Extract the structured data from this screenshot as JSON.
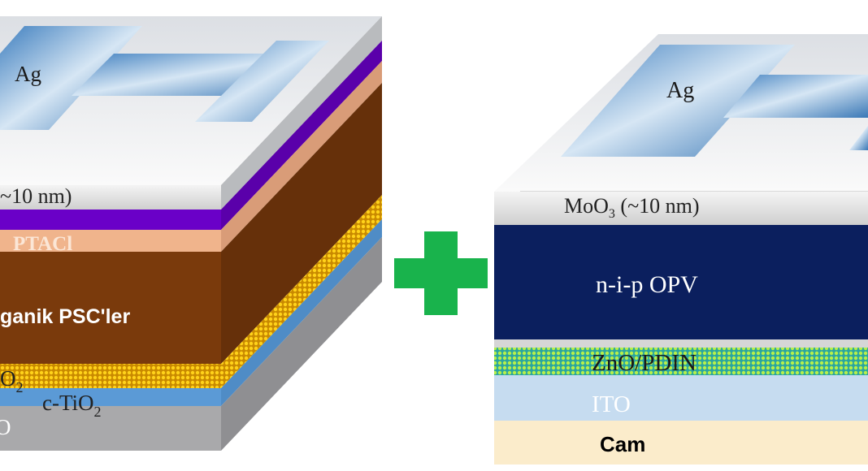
{
  "left_device": {
    "electrode": "Ag",
    "moo3_label": "~10 nm)",
    "ptacl_label": "PTACl",
    "absorber_label": "ganik PSC'ler",
    "mesoporous_label": "O",
    "mesoporous_sub": "2",
    "compact_label": "c-TiO",
    "compact_sub": "2",
    "substrate_label": "O"
  },
  "plus": {
    "color": "#19b34c"
  },
  "right_device": {
    "electrode": "Ag",
    "moo3_label_main": "MoO",
    "moo3_sub": "3",
    "moo3_suffix": " (~10 nm)",
    "active_label": "n-i-p OPV",
    "etl_label": "ZnO/PDIN",
    "ito_label": "ITO",
    "substrate_label": "Cam"
  },
  "colors": {
    "purple": "#6a00c8",
    "peach": "#f0b48c",
    "brown": "#7a3a0c",
    "gold": "#e8b400",
    "blue": "#5b9ad6",
    "navy": "#0b1f5e",
    "ito": "#c6dcf0",
    "glass": "#fbeccb"
  }
}
